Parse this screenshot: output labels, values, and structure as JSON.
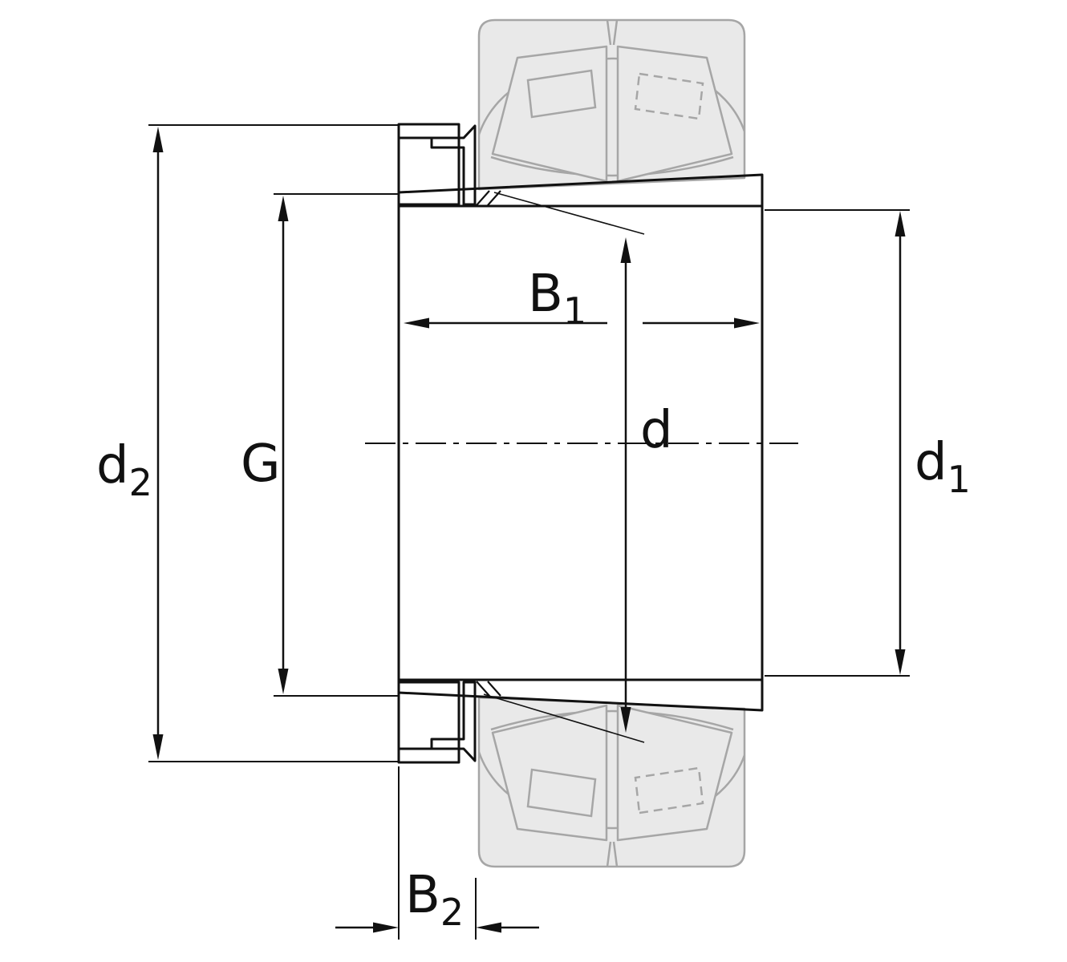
{
  "diagram": {
    "kind": "engineering-cross-section",
    "dimension_labels": {
      "d2": {
        "base": "d",
        "sub": "2"
      },
      "G": {
        "base": "G",
        "sub": ""
      },
      "B1": {
        "base": "B",
        "sub": "1"
      },
      "d": {
        "base": "d",
        "sub": ""
      },
      "d1": {
        "base": "d",
        "sub": "1"
      },
      "B2": {
        "base": "B",
        "sub": "2"
      }
    },
    "colors": {
      "sleeve_body": "#d6d6d6",
      "taper_surface_teal": "#a5cdc8",
      "lock_nut_teal": "#c3dcd7",
      "washer_white": "#f4f7f6",
      "phantom_fill": "#e9e9e9",
      "phantom_stroke": "#a6a6a6",
      "outline": "#111111",
      "background": "#ffffff"
    }
  }
}
